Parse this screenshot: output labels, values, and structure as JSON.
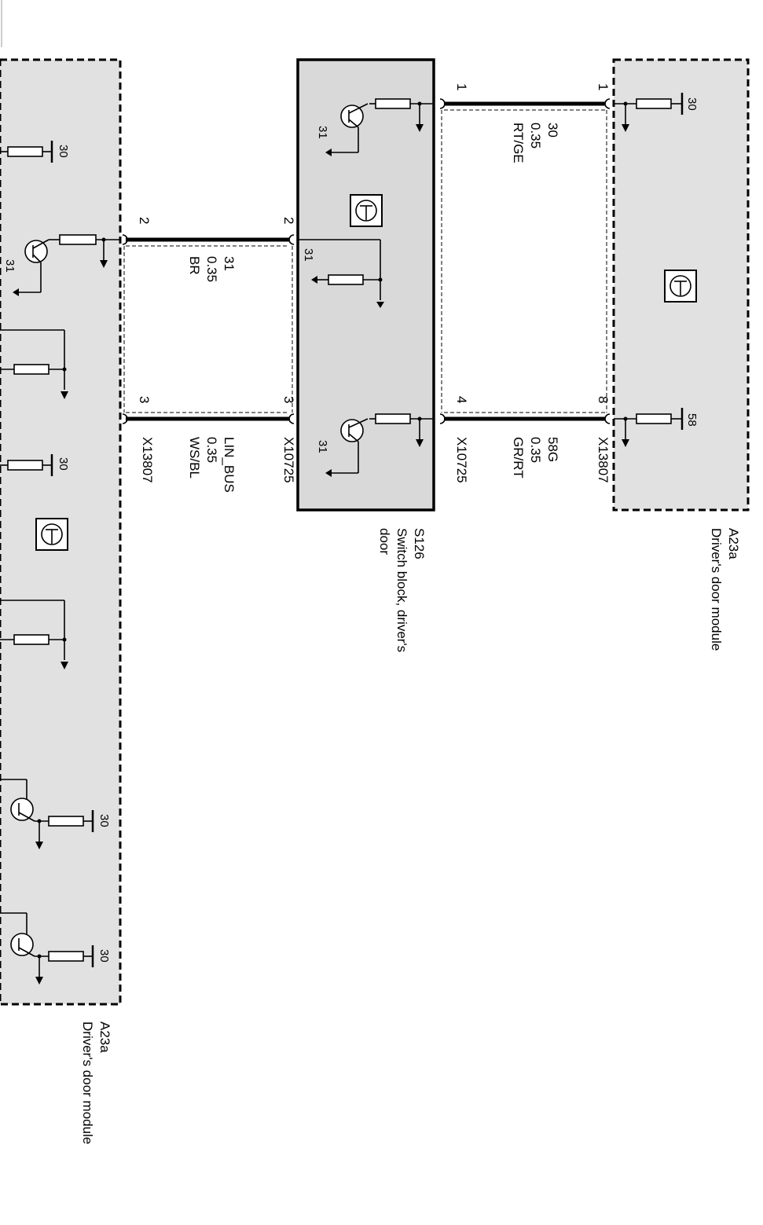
{
  "components": {
    "a23a_top": {
      "code": "A23a",
      "name": "Driver's door module"
    },
    "a23a_bottom": {
      "code": "A23a",
      "name": "Driver's door module"
    },
    "s126": {
      "code": "S126",
      "name_lines": [
        "Switch block, driver's",
        "door"
      ]
    }
  },
  "connectors": {
    "x13807": "X13807",
    "x10725": "X10725"
  },
  "wires": [
    {
      "id": "w30",
      "pin_left": "1",
      "pin_right": "1",
      "lines": [
        "30",
        "0.35",
        "RT/GE"
      ]
    },
    {
      "id": "w31",
      "pin_left": "2",
      "pin_right": "2",
      "lines": [
        "31",
        "0.35",
        "BR"
      ]
    },
    {
      "id": "wlin",
      "pin_left": "3",
      "pin_right": "3",
      "lines": [
        "LIN_BUS",
        "0.35",
        "WS/BL"
      ]
    },
    {
      "id": "w58g",
      "pin_left": "4",
      "pin_right": "8",
      "lines": [
        "58G",
        "0.35",
        "GR/RT"
      ]
    }
  ],
  "terminals": {
    "t30": "30",
    "t31": "31",
    "t58": "58"
  },
  "colors": {
    "module_fill": "#e1e1e1",
    "switch_fill": "#d9d9d9",
    "wire": "#000000"
  }
}
